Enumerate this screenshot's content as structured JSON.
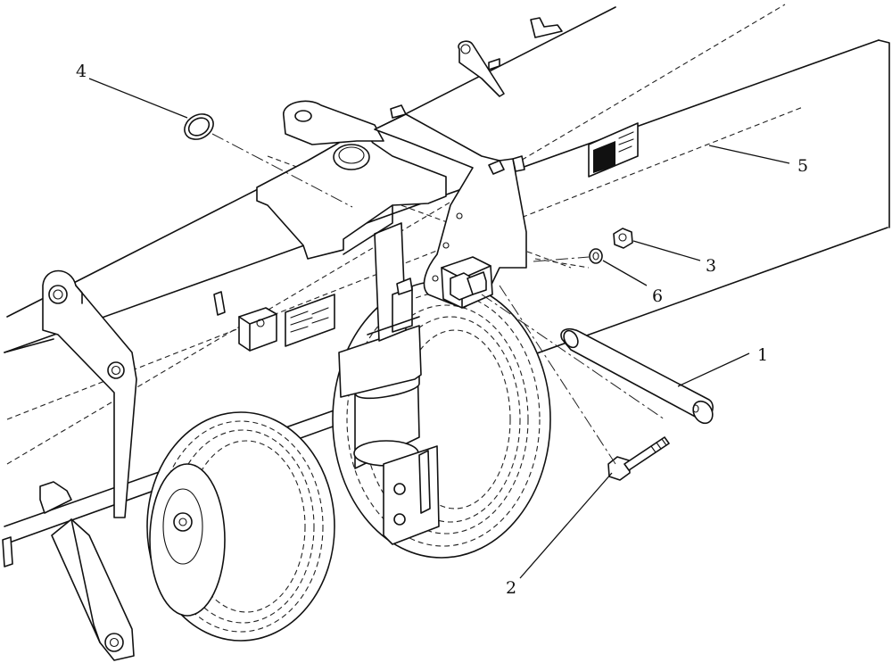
{
  "diagram": {
    "callouts": [
      {
        "id": "1",
        "label": "1"
      },
      {
        "id": "2",
        "label": "2"
      },
      {
        "id": "3",
        "label": "3"
      },
      {
        "id": "4",
        "label": "4"
      },
      {
        "id": "5",
        "label": "5"
      },
      {
        "id": "6",
        "label": "6"
      }
    ],
    "parts": {
      "pivot_pin": "pin",
      "bolt": "bolt",
      "lock_nut": "nut",
      "o_ring": "o-ring",
      "main_tube": "frame tube",
      "flat_washer": "washer"
    }
  }
}
